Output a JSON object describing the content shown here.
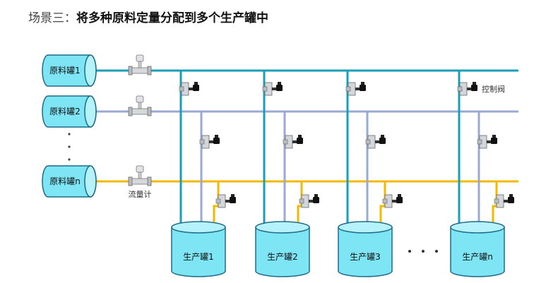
{
  "title": {
    "lead": "场景三",
    "sep": "：",
    "main": "将多种原料定量分配到多个生产罐中"
  },
  "raw_tanks": [
    "原料罐1",
    "原料罐2",
    "原料罐n"
  ],
  "production_tanks": [
    "生产罐1",
    "生产罐2",
    "生产罐3",
    "生产罐n"
  ],
  "labels": {
    "flowmeter": "流量计",
    "control_valve": "控制阀"
  },
  "colors": {
    "line_1": "#1a9fb8",
    "line_2": "#9aa8d4",
    "line_n": "#f5b800",
    "tank_fill": "#7ee5f5",
    "tank_top": "#b6f2fb",
    "tank_stroke": "#1f6b88"
  }
}
